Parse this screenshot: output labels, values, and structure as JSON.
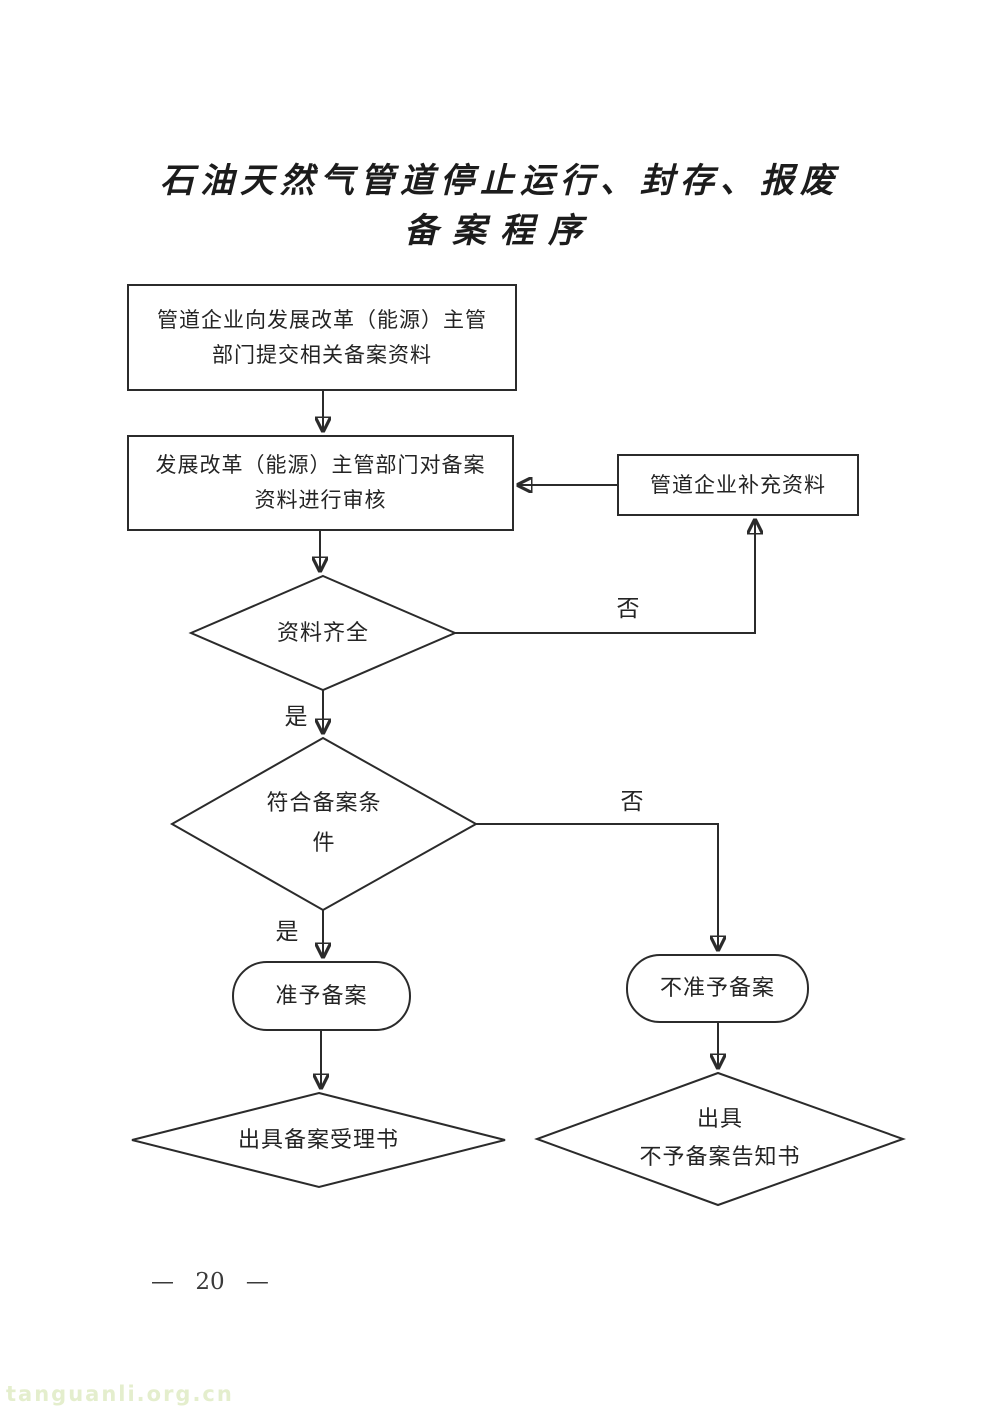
{
  "colors": {
    "ink": "#2b2b2b",
    "text": "#242424",
    "watermark": "#e4eecd"
  },
  "title": {
    "line1": "石油天然气管道停止运行、封存、报废",
    "line2": "备案程序"
  },
  "flowchart": {
    "nodes": {
      "submit": {
        "lines": [
          "管道企业向发展改革（能源）主管",
          "部门提交相关备案资料"
        ]
      },
      "review": {
        "lines": [
          "发展改革（能源）主管部门对备案",
          "资料进行审核"
        ]
      },
      "supplement": {
        "lines": [
          "管道企业补充资料"
        ]
      },
      "data_complete": {
        "lines": [
          "资料齐全"
        ]
      },
      "meets_conditions": {
        "lines": [
          "符合备案条",
          "件"
        ]
      },
      "approve": {
        "lines": [
          "准予备案"
        ]
      },
      "reject": {
        "lines": [
          "不准予备案"
        ]
      },
      "issue_acceptance": {
        "lines": [
          "出具备案受理书"
        ]
      },
      "issue_rejection": {
        "lines": [
          "出具",
          "不予备案告知书"
        ]
      }
    },
    "edge_labels": {
      "complete_no": "否",
      "complete_yes": "是",
      "conditions_no": "否",
      "conditions_yes": "是"
    }
  },
  "footer": {
    "page_number": "— 20 —"
  },
  "watermark": {
    "text": "tanguanli.org.cn"
  }
}
